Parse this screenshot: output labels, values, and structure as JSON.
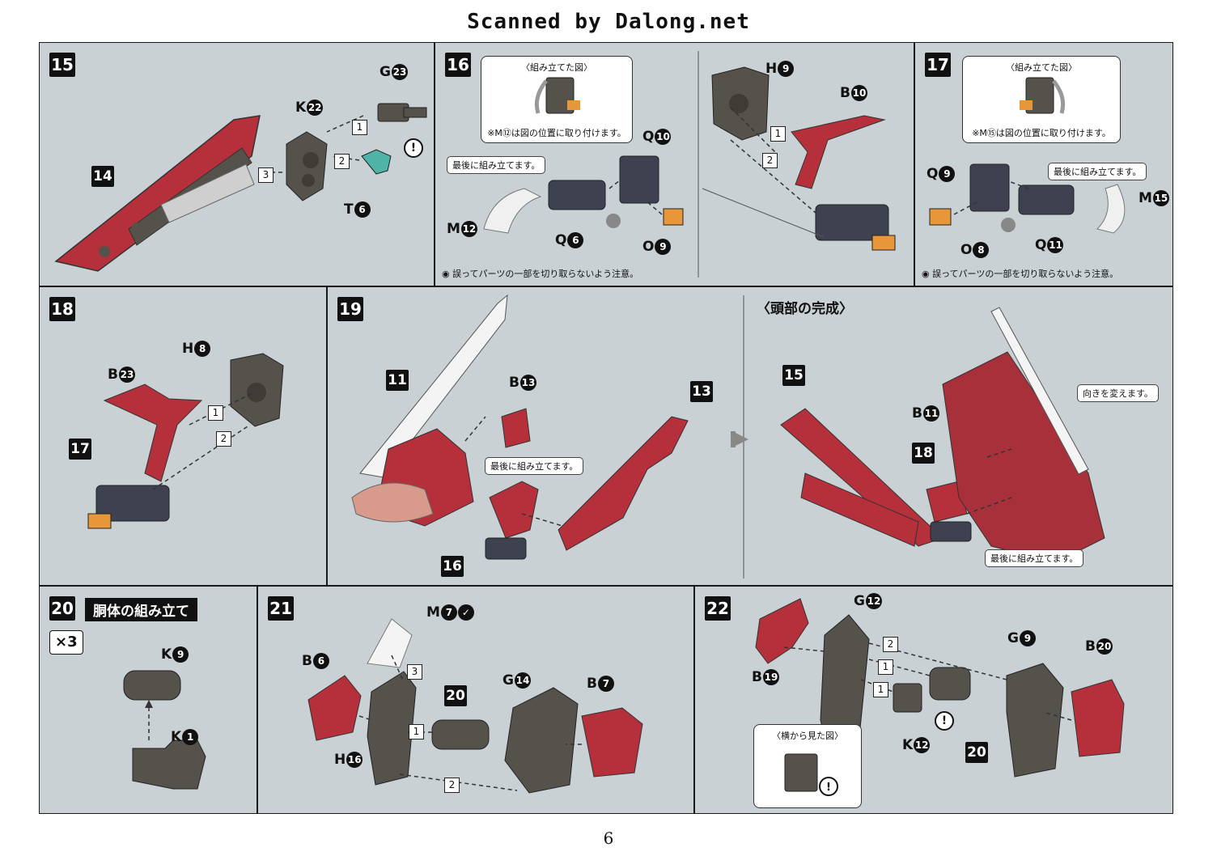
{
  "header": {
    "scan_credit": "Scanned by Dalong.net"
  },
  "page_number": "6",
  "steps": {
    "s15": {
      "badge": "15",
      "sub_14": "14",
      "k": "K",
      "k_num": "22",
      "g": "G",
      "g_num": "23",
      "t": "T",
      "t_num": "6",
      "sq1": "1",
      "sq2": "2",
      "sq3": "3",
      "warn": "!"
    },
    "s16": {
      "badge": "16",
      "callout_title": "〈組み立てた図〉",
      "callout_note": "※M⑫は図の位置に取り付けます。",
      "last_note": "最後に組み立てます。",
      "m": "M",
      "m_num": "12",
      "q6": "Q",
      "q6_num": "6",
      "q10": "Q",
      "q10_num": "10",
      "o": "O",
      "o_num": "9",
      "h": "H",
      "h_num": "9",
      "b": "B",
      "b_num": "10",
      "sq1": "1",
      "sq2": "2",
      "caution": "誤ってパーツの一部を切り取らないよう注意。"
    },
    "s17": {
      "badge": "17",
      "callout_title": "〈組み立てた図〉",
      "callout_note": "※M⑮は図の位置に取り付けます。",
      "last_note": "最後に組み立てます。",
      "q9": "Q",
      "q9_num": "9",
      "m": "M",
      "m_num": "15",
      "o": "O",
      "o_num": "8",
      "q11": "Q",
      "q11_num": "11",
      "caution": "誤ってパーツの一部を切り取らないよう注意。"
    },
    "s18": {
      "badge": "18",
      "b": "B",
      "b_num": "23",
      "h": "H",
      "h_num": "8",
      "sub_17": "17",
      "sq1": "1",
      "sq2": "2"
    },
    "s19": {
      "badge": "19",
      "sub_11": "11",
      "sub_13": "13",
      "sub_16": "16",
      "b": "B",
      "b_num": "13",
      "last_note": "最後に組み立てます。",
      "section": "〈頭部の完成〉",
      "sub_15": "15",
      "sub_18": "18",
      "b11": "B",
      "b11_num": "11",
      "turn_note": "向きを変えます。",
      "last_note2": "最後に組み立てます。"
    },
    "s20": {
      "badge": "20",
      "title": "胴体の組み立て",
      "mult": "×3",
      "k9": "K",
      "k9_num": "9",
      "k1": "K",
      "k1_num": "1"
    },
    "s21": {
      "badge": "21",
      "m": "M",
      "m_num": "7",
      "b6": "B",
      "b6_num": "6",
      "h": "H",
      "h_num": "16",
      "sub_20": "20",
      "g": "G",
      "g_num": "14",
      "b7": "B",
      "b7_num": "7",
      "sq1": "1",
      "sq2": "2",
      "sq3": "3"
    },
    "s22": {
      "badge": "22",
      "g12": "G",
      "g12_num": "12",
      "g9": "G",
      "g9_num": "9",
      "b20": "B",
      "b20_num": "20",
      "b19": "B",
      "b19_num": "19",
      "k12": "K",
      "k12_num": "12",
      "sub_20": "20",
      "callout_title": "〈横から見た図〉",
      "sq1": "1",
      "sq1b": "1",
      "sq2": "2",
      "warn": "!"
    }
  },
  "colors": {
    "panel_bg": "#c9d1d4",
    "part_red": "#b5303a",
    "part_dark": "#55524c",
    "part_navy": "#3d4150",
    "part_orange": "#e8963a",
    "part_teal": "#4fb3a8"
  }
}
